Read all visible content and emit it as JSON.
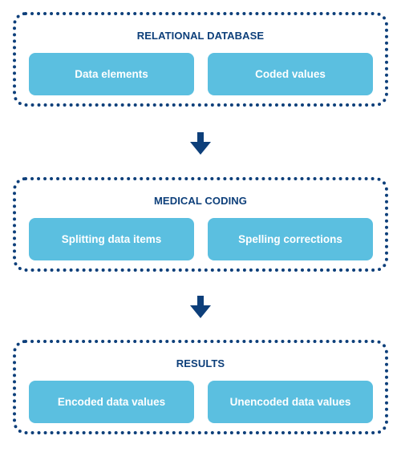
{
  "groups": [
    {
      "title": "RELATIONAL DATABASE",
      "items": [
        "Data elements",
        "Coded values"
      ]
    },
    {
      "title": "MEDICAL CODING",
      "items": [
        "Splitting data items",
        "Spelling corrections"
      ]
    },
    {
      "title": "RESULTS",
      "items": [
        "Encoded data values",
        "Unencoded data values"
      ]
    }
  ],
  "colors": {
    "border": "#0d3f7a",
    "title": "#0d3f7a",
    "box_fill": "#5bbfe0",
    "box_text": "#ffffff",
    "arrow": "#0d3f7a"
  },
  "icons": {
    "connector": "arrow-down-icon"
  }
}
